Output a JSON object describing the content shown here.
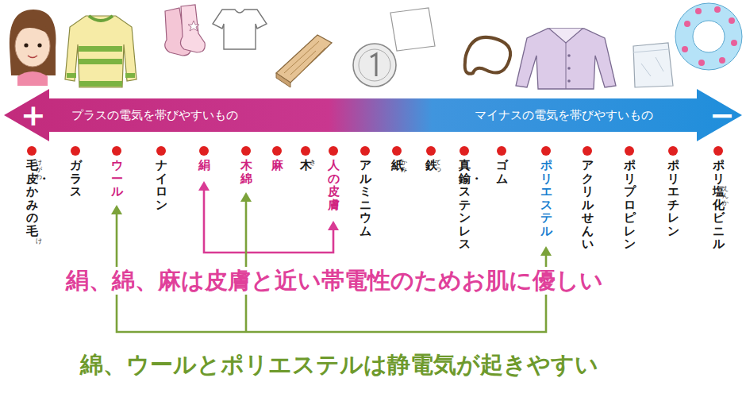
{
  "diagram": {
    "nodes": [
      {
        "text": [
          "+",
          "プラスの電気を帯びやすいもの",
          "マイナスの電気を帯びやすいもの",
          "−"
        ]
      }
    ],
    "labels": [
      "毛皮・かみの毛",
      "ガラス",
      "ウール",
      "ナイロン",
      "絹",
      "木綿",
      "麻",
      "木",
      "人の皮膚",
      "アルミニウム",
      "紙",
      "鉄",
      "真鍮・ステンレス",
      "ゴム",
      "ポリエステル",
      "アクリルせんい",
      "ポリプロピレン",
      "ポリエチレン",
      "ポリ塩化ビニル",
      "けがわ",
      "け",
      "き",
      "かみ",
      "てつ",
      "えんか",
      "絹、綿、麻は皮膚と近い帯電性のためお肌に優しい",
      "綿、ウールとポリエステルは静電気が起きやすい"
    ]
  }
}
